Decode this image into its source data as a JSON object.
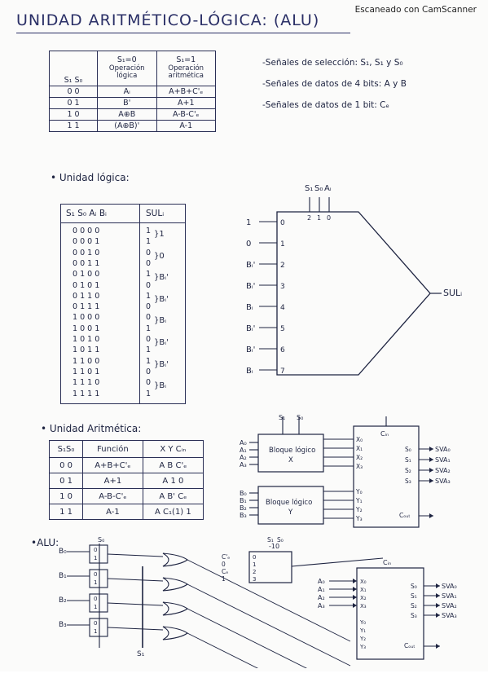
{
  "title": "UNIDAD ARITMÉTICO-LÓGICA: (ALU)",
  "sel_table": {
    "col1_header": "S₁ S₀",
    "col2_header": [
      "S₁=0",
      "Operación",
      "lógica"
    ],
    "col3_header": [
      "S₁=1",
      "Operación",
      "aritmética"
    ],
    "rows": [
      [
        "0 0",
        "Aᵢ",
        "A+B+C'ₑ"
      ],
      [
        "0 1",
        "B'",
        "A+1"
      ],
      [
        "1 0",
        "A⊕B",
        "A-B-C'ₑ"
      ],
      [
        "1 1",
        "(A⊕B)'",
        "A-1"
      ]
    ]
  },
  "notes": [
    "-Señales de selección: S₁, S₁ y S₀",
    "-Señales de datos de 4 bits: A y B",
    "-Señales de datos de 1 bit: Cₑ"
  ],
  "logic_section": {
    "heading": "• Unidad lógica:",
    "table_header": [
      "S₁ S₀ Aᵢ Bᵢ",
      "SULᵢ"
    ],
    "rows": [
      "0 0 0 0",
      "0 0 0 1",
      "0 0 1 0",
      "0 0 1 1",
      "0 1 0 0",
      "0 1 0 1",
      "0 1 1 0",
      "0 1 1 1",
      "1 0 0 0",
      "1 0 0 1",
      "1 0 1 0",
      "1 0 1 1",
      "1 1 0 0",
      "1 1 0 1",
      "1 1 1 0",
      "1 1 1 1"
    ],
    "out_vals": [
      "1",
      "1",
      "0",
      "0",
      "1",
      "0",
      "1",
      "0",
      "0",
      "1",
      "0",
      "1",
      "1",
      "0",
      "0",
      "1"
    ],
    "brace_labels": [
      "}1",
      "}0",
      "}Bᵢ'",
      "}Bᵢ'",
      "}Bᵢ",
      "}Bᵢ'",
      "}Bᵢ'",
      "}Bᵢ"
    ]
  },
  "mux": {
    "sel_labels": [
      "S₁",
      "S₀",
      "Aᵢ"
    ],
    "sel_bits": [
      "2",
      "1",
      "0"
    ],
    "input_labels": [
      "1",
      "0",
      "Bᵢ'",
      "Bᵢ'",
      "Bᵢ",
      "Bᵢ'",
      "Bᵢ'",
      "Bᵢ"
    ],
    "input_numbers": [
      "0",
      "1",
      "2",
      "3",
      "4",
      "5",
      "6",
      "7"
    ],
    "output_label": "SULᵢ"
  },
  "arith_section": {
    "heading": "• Unidad Aritmética:",
    "table_header": [
      "S₁S₀",
      "Función",
      "X Y Cᵢₙ"
    ],
    "rows": [
      [
        "0 0",
        "A+B+C'ₑ",
        "A  B  C'ₑ"
      ],
      [
        "0 1",
        "A+1",
        "A  1  0"
      ],
      [
        "1 0",
        "A-B-C'ₑ",
        "A  B'  Cₑ"
      ],
      [
        "1 1",
        "A-1",
        "A  C₁(1)  1"
      ]
    ]
  },
  "arith_diagram": {
    "sel": [
      "S₁",
      "S₀"
    ],
    "a_inputs": [
      "A₀",
      "A₁",
      "A₂",
      "A₃"
    ],
    "b_inputs": [
      "B₀",
      "B₁",
      "B₂",
      "B₃"
    ],
    "block_x": [
      "Bloque lógico",
      "X"
    ],
    "block_y": [
      "Bloque lógico",
      "Y"
    ],
    "x_out": [
      "X₀",
      "X₁",
      "X₂",
      "X₃"
    ],
    "y_out": [
      "Y₀",
      "Y₁",
      "Y₂",
      "Y₃"
    ],
    "cin": "Cᵢₙ",
    "s_out": [
      "S₀",
      "S₁",
      "S₂",
      "S₃"
    ],
    "sva": [
      "SVA₀",
      "SVA₁",
      "SVA₂",
      "SVA₃"
    ],
    "cout": "Cₒᵤₜ"
  },
  "alu_section": {
    "heading": "•ALU:",
    "s_label": "S₀",
    "s1_label": "S₁",
    "b_inputs": [
      "B₀",
      "B₁",
      "B₂",
      "B₃"
    ],
    "mux_small": [
      "0",
      "1"
    ],
    "ce_mux_sel": "-10",
    "ce_inputs": [
      "C'ₑ",
      "0",
      "Cₑ",
      "1"
    ],
    "ce_mux_idx": [
      "0",
      "1",
      "2",
      "3"
    ],
    "ce_sel_labels": [
      "S₁",
      "S₀"
    ],
    "a_inputs": [
      "A₀",
      "A₁",
      "A₂",
      "A₃"
    ],
    "x_labels": [
      "X₀",
      "X₁",
      "X₂",
      "X₃"
    ],
    "y_labels": [
      "Y₀",
      "Y₁",
      "Y₂",
      "Y₃"
    ],
    "cin": "Cᵢₙ",
    "s_out": [
      "S₀",
      "S₁",
      "S₂",
      "S₃"
    ],
    "sva": [
      "SVA₀",
      "SVA₁",
      "SVA₂",
      "SVA₃"
    ],
    "cout": "Cₒᵤₜ"
  },
  "footer": "Escaneado con CamScanner"
}
